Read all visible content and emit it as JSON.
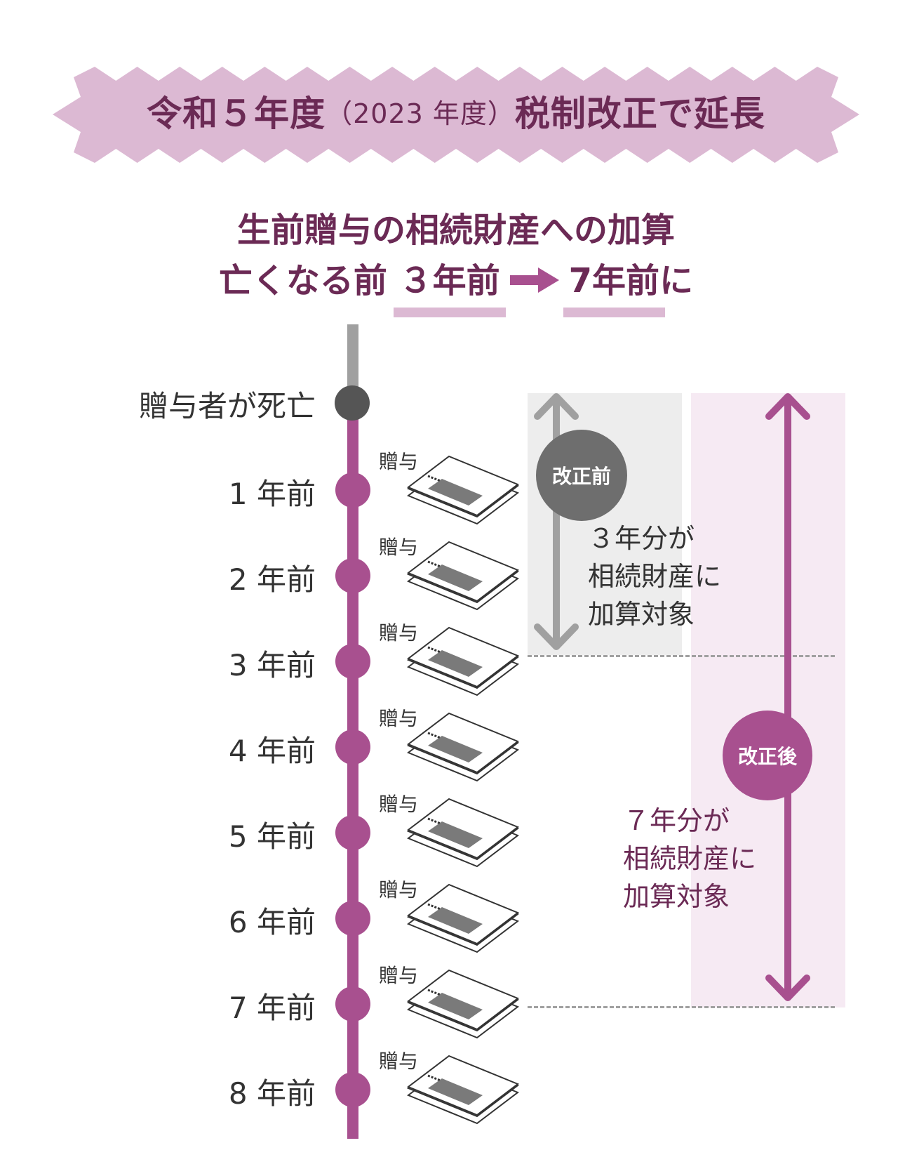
{
  "banner": {
    "title_main": "令和５年度",
    "title_paren": "（2023 年度）",
    "title_tail": "税制改正で延長"
  },
  "subtitle": {
    "line1": "生前贈与の相続財産への加算",
    "line2_prefix": "亡くなる前 ",
    "before_value": "３年前",
    "after_value": "7年前",
    "line2_suffix": "に"
  },
  "timeline": {
    "death_label": "贈与者が死亡",
    "gift_label": "贈与",
    "years": [
      "1 年前",
      "2 年前",
      "3 年前",
      "4 年前",
      "5 年前",
      "6 年前",
      "7 年前",
      "8 年前"
    ]
  },
  "before_revision": {
    "label": "改正前",
    "description": "３年分が\n相続財産に\n加算対象"
  },
  "after_revision": {
    "label": "改正後",
    "description": "７年分が\n相続財産に\n加算対象"
  },
  "colors": {
    "accent": "#a8508f",
    "dark_text": "#6b2a55",
    "banner_fill": "#dcb9d3",
    "gray": "#a0a0a0",
    "death_node": "#555555",
    "after_area": "#f6eaf3",
    "before_area": "#ededed"
  },
  "icons": {
    "banner": "starburst-banner",
    "transition": "right-arrow-icon",
    "gift": "banknote-bundle-icon"
  }
}
